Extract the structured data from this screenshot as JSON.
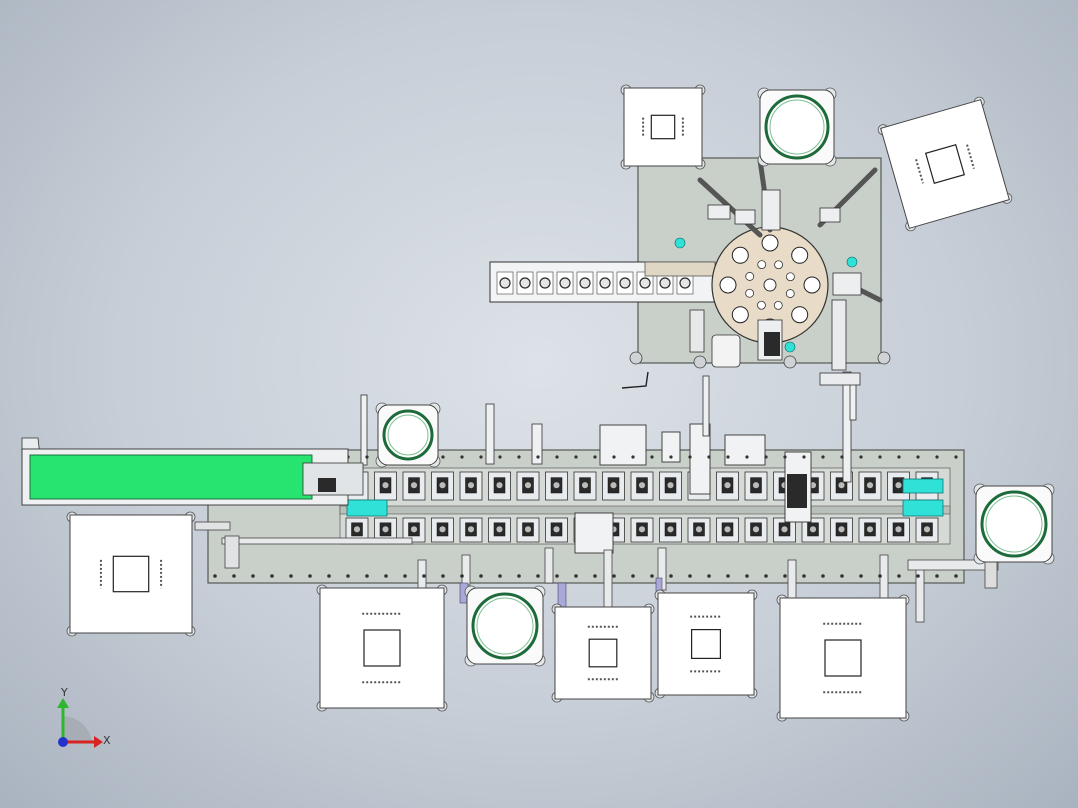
{
  "viewport": {
    "background_colors": [
      "#dde2e8",
      "#a9b3bf"
    ]
  },
  "triad": {
    "y_label": "Y",
    "x_label": "X",
    "colors": {
      "y": "#2fb52f",
      "x": "#d92323",
      "z": "#2233cc"
    }
  },
  "colors": {
    "base_plate": "#c9cfc9",
    "plate_edge": "#555a55",
    "conveyor": "#27e36f",
    "cyan_module": "#2fe1d6",
    "bin_fill": "#ffffff",
    "ring": "#1d6b3a",
    "rotary_table": "#e8dcc8",
    "dark_part": "#2a2a2a"
  },
  "diagram": {
    "component_types": [
      "upper-rotary-station",
      "rotary-index-table",
      "linear-feeder",
      "main-assembly-line",
      "input-conveyor",
      "feed-bin",
      "vibratory-bowl",
      "tool-stations",
      "cyan-modules"
    ]
  }
}
